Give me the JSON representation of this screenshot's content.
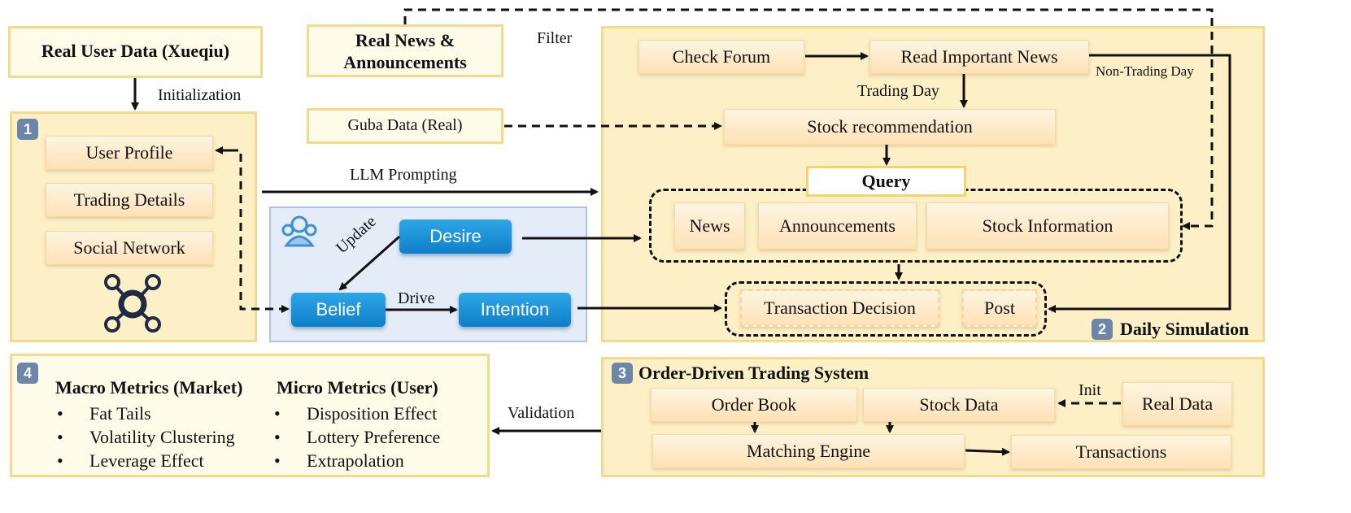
{
  "sources": {
    "user_data": "Real User Data (Xueqiu)",
    "news": "Real News &\nAnnouncements",
    "guba": "Guba Data (Real)"
  },
  "panel1": {
    "badge": "1",
    "items": [
      "User Profile",
      "Trading Details",
      "Social Network"
    ]
  },
  "bdi": {
    "desire": "Desire",
    "belief": "Belief",
    "intention": "Intention"
  },
  "panel2": {
    "badge": "2",
    "title": "Daily Simulation",
    "check_forum": "Check Forum",
    "read_news": "Read Important News",
    "stock_rec": "Stock recommendation",
    "query": "Query",
    "query_items": [
      "News",
      "Announcements",
      "Stock Information"
    ],
    "decision": "Transaction Decision",
    "post": "Post"
  },
  "panel3": {
    "badge": "3",
    "title": "Order-Driven Trading System",
    "order_book": "Order Book",
    "stock_data": "Stock Data",
    "real_data": "Real Data",
    "matching": "Matching Engine",
    "transactions": "Transactions"
  },
  "panel4": {
    "badge": "4",
    "macro_title": "Macro Metrics (Market)",
    "macro": [
      "Fat Tails",
      "Volatility Clustering",
      "Leverage Effect"
    ],
    "micro_title": "Micro Metrics (User)",
    "micro": [
      "Disposition Effect",
      "Lottery Preference",
      "Extrapolation"
    ],
    "bullet": "•"
  },
  "edges": {
    "initialization": "Initialization",
    "filter": "Filter",
    "llm_prompting": "LLM Prompting",
    "update": "Update",
    "drive": "Drive",
    "trading_day": "Trading Day",
    "non_trading_day": "Non-Trading Day",
    "init": "Init",
    "validation": "Validation"
  },
  "colors": {
    "panel_border": "#f7d98c",
    "panel_fill": "#fdf0c6",
    "blue_node": "#1a8fd6",
    "bdi_panel": "#e3ecf7",
    "badge": "#6b86a6"
  }
}
